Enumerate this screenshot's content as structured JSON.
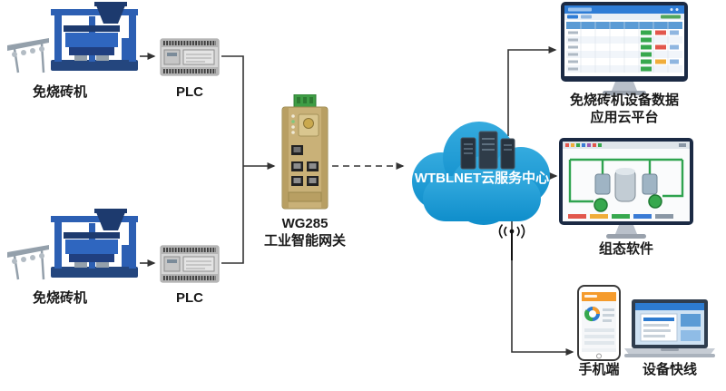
{
  "nodes": {
    "machine_top": {
      "label": "免烧砖机"
    },
    "plc_top": {
      "label": "PLC"
    },
    "machine_bottom": {
      "label": "免烧砖机"
    },
    "plc_bottom": {
      "label": "PLC"
    },
    "gateway": {
      "model": "WG285",
      "name": "工业智能网关"
    },
    "cloud": {
      "label": "WTBLNET云服务中心"
    },
    "platform": {
      "label_line1": "免烧砖机设备数据",
      "label_line2": "应用云平台"
    },
    "scada": {
      "label": "组态软件"
    },
    "phone": {
      "label": "手机端"
    },
    "laptop": {
      "label": "设备快线"
    }
  },
  "colors": {
    "machine_blue": "#2c5fb3",
    "machine_dark_blue": "#1d3a6e",
    "plc_gray": "#d6d6d6",
    "gateway_tan": "#c9b178",
    "terminal_green": "#3f9d45",
    "cloud_blue": "#1b9bd7",
    "connector_line": "#333333",
    "label_text": "#1a1a1a",
    "monitor_frame": "#1b2a44",
    "ui_blue": "#2d7bd0",
    "status_green": "#37a84e",
    "status_red": "#e2574c",
    "status_orange": "#f0ad3a",
    "phone_accent_orange": "#f59b2c"
  }
}
